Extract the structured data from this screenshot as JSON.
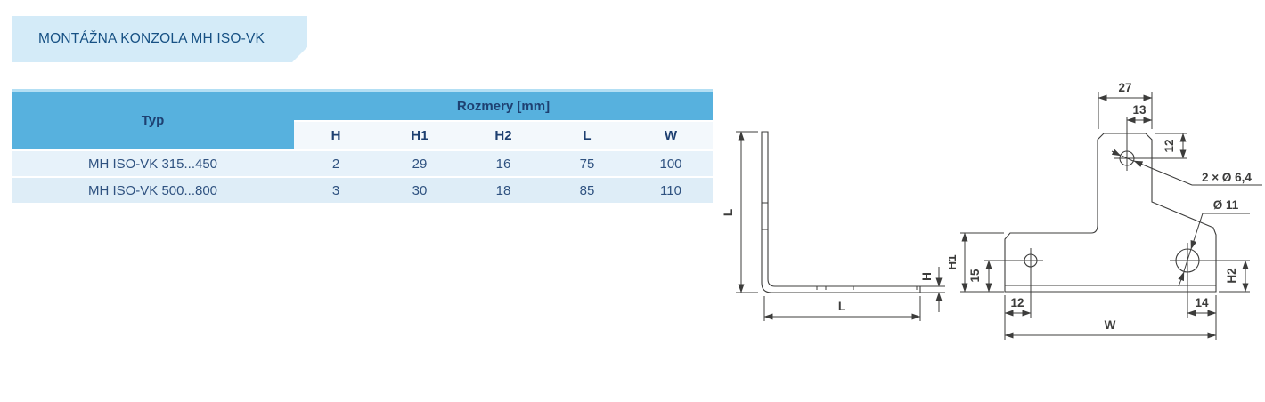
{
  "banner": {
    "title": "MONTÁŽNA KONZOLA MH ISO-VK"
  },
  "table": {
    "header": {
      "typ_label": "Typ",
      "group_label": "Rozmery [mm]",
      "columns": [
        "H",
        "H1",
        "H2",
        "L",
        "W"
      ]
    },
    "rows": [
      {
        "typ": "MH ISO-VK 315...450",
        "H": "2",
        "H1": "29",
        "H2": "16",
        "L": "75",
        "W": "100"
      },
      {
        "typ": "MH ISO-VK 500...800",
        "H": "3",
        "H1": "30",
        "H2": "18",
        "L": "85",
        "W": "110"
      }
    ]
  },
  "drawings": {
    "side_view": {
      "label_height": "L",
      "label_length": "L",
      "label_thickness": "H"
    },
    "front_view": {
      "dim_top_width": "27",
      "dim_top_hole_offset": "13",
      "dim_top_hole_depth": "12",
      "dim_h1": "H1",
      "dim_left_hole_height": "15",
      "dim_left_hole_offset": "12",
      "dim_right_hole_offset": "14",
      "dim_h2": "H2",
      "dim_width": "W",
      "callout_small_holes": "2 × Ø 6,4",
      "callout_large_hole": "Ø 11"
    }
  },
  "colors": {
    "header_blue": "#57b1de",
    "row_light": "#e7f2fa",
    "row_alt": "#deedf7",
    "banner_bg": "#d4ebf8",
    "navy_text": "#1e4071",
    "drawing_line": "#3c3c3b"
  }
}
